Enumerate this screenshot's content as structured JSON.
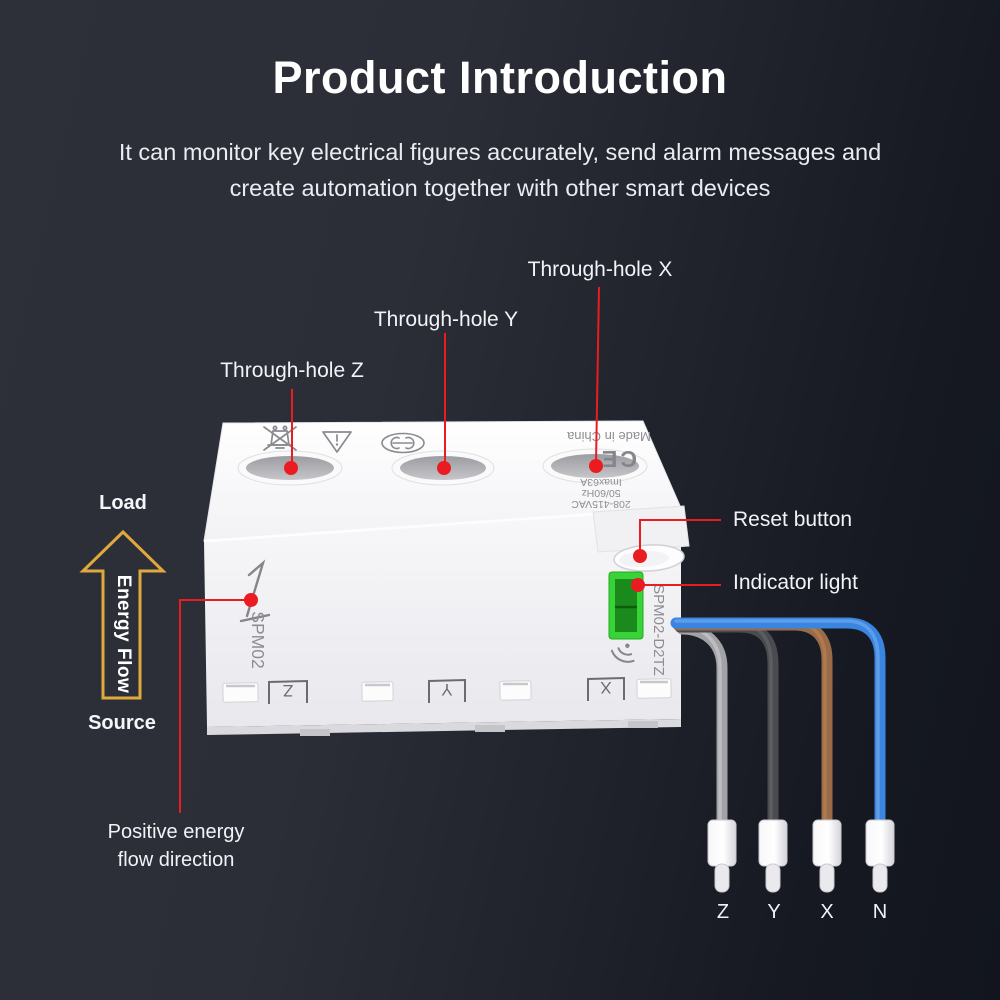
{
  "header": {
    "title": "Product Introduction",
    "subtitle_line1": "It can monitor key electrical figures accurately, send alarm messages and",
    "subtitle_line2": "create automation together with other smart devices"
  },
  "callouts": {
    "through_hole_x": "Through-hole X",
    "through_hole_y": "Through-hole Y",
    "through_hole_z": "Through-hole Z",
    "reset_button": "Reset button",
    "indicator_light": "Indicator light",
    "positive_energy_line1": "Positive energy",
    "positive_energy_line2": "flow direction"
  },
  "energy_flow": {
    "load_label": "Load",
    "arrow_label": "Energy Flow",
    "source_label": "Source"
  },
  "device": {
    "model": "SPM02",
    "model_code": "SPM02-D2TZ",
    "made_in_text": "Made in China",
    "ce_text": "CE",
    "spec_line1": "208-415VAC",
    "spec_line2": "50/60Hz",
    "spec_line3": "Imax63A",
    "terminal_z": "Z",
    "terminal_y": "Y",
    "terminal_x": "X"
  },
  "wires": {
    "z": {
      "label": "Z",
      "color": "#a2a2a6"
    },
    "y": {
      "label": "Y",
      "color": "#4a4b4f"
    },
    "x": {
      "label": "X",
      "color": "#9a6b49"
    },
    "n": {
      "label": "N",
      "color": "#3a85e0"
    }
  },
  "icons": {
    "weee_bin": "weee-bin-icon",
    "warning_info": "warning-info-icon",
    "cert_oval": "cert-oval-icon",
    "wireless": "wifi-icon"
  },
  "colors": {
    "accent_red": "#eb1c21",
    "arrow_gold": "#e0a93c",
    "led_green_bright": "#38d437",
    "led_green_dark": "#1a8a1c",
    "background_left": "#2e3039",
    "background_right": "#12151d"
  }
}
